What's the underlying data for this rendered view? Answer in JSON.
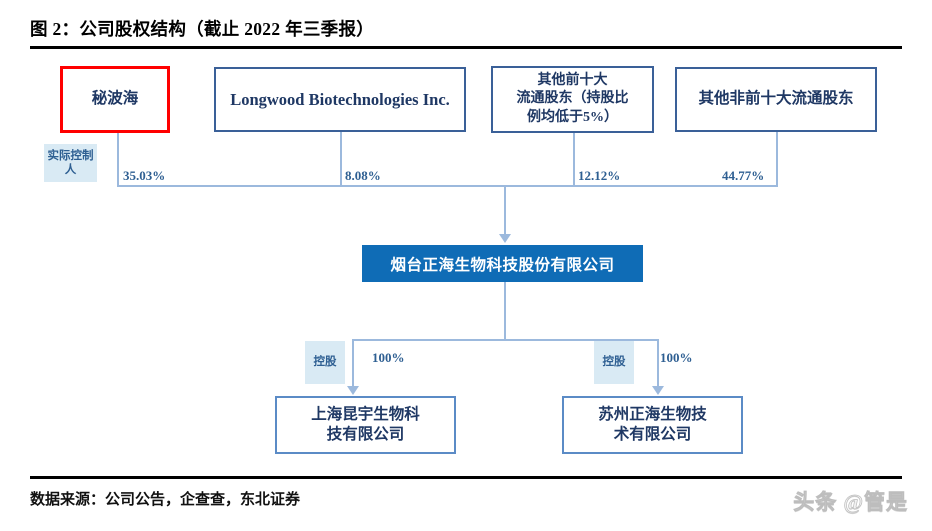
{
  "figure": {
    "title": "图 2：公司股权结构（截止 2022 年三季报）",
    "source": "数据来源：公司公告，企查查，东北证券",
    "watermark": "头条 @管是"
  },
  "colors": {
    "owner_border": "#ff0000",
    "box_border": "#3a6098",
    "main_fill": "#0f6cb6",
    "connector": "#9cb9dd",
    "chip_fill": "#d9eaf4",
    "text_blue": "#1f3864"
  },
  "shareholders": [
    {
      "name": "秘波海",
      "percent": "35.03%",
      "tag": "实际控制人"
    },
    {
      "name": "Longwood Biotechnologies Inc.",
      "percent": "8.08%"
    },
    {
      "name": "其他前十大流通股东（持股比例均低于5%）",
      "line1": "其他前十大",
      "line2": "流通股东（持股比",
      "line3": "例均低于5%）",
      "percent": "12.12%"
    },
    {
      "name": "其他非前十大流通股东",
      "percent": "44.77%"
    }
  ],
  "company": {
    "name": "烟台正海生物科技股份有限公司"
  },
  "subsidiaries": [
    {
      "line1": "上海昆宇生物科",
      "line2": "技有限公司",
      "percent": "100%",
      "tag": "控股"
    },
    {
      "line1": "苏州正海生物技",
      "line2": "术有限公司",
      "percent": "100%",
      "tag": "控股"
    }
  ]
}
